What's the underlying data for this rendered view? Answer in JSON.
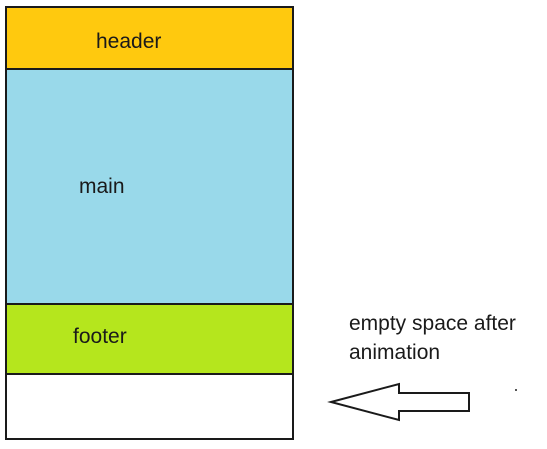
{
  "blocks": {
    "header": {
      "label": "header",
      "color": "#ffc90e"
    },
    "main": {
      "label": "main",
      "color": "#99d9ea"
    },
    "footer": {
      "label": "footer",
      "color": "#b5e61d"
    },
    "empty": {
      "color": "#ffffff"
    }
  },
  "annotation": {
    "line1": "empty space after",
    "line2": "animation"
  },
  "icons": {
    "arrow": "left-arrow-icon"
  }
}
